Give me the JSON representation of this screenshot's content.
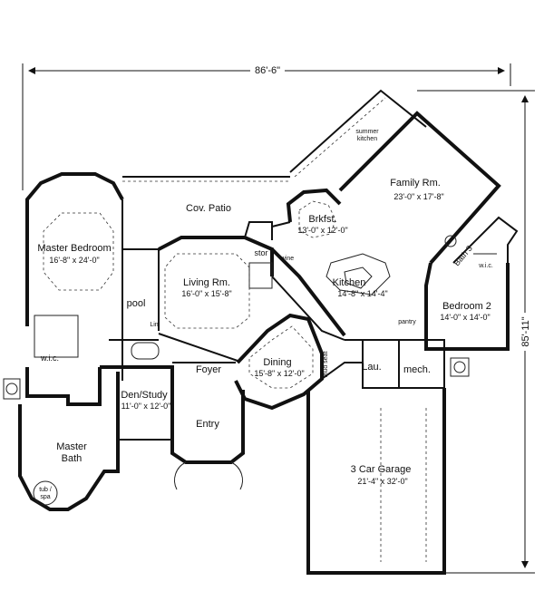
{
  "dimensions": {
    "overall_width": "86'-6\"",
    "overall_depth": "85'-11\""
  },
  "rooms": {
    "cov_patio": {
      "name": "Cov. Patio"
    },
    "summer_kitchen": {
      "name_line1": "summer",
      "name_line2": "kitchen"
    },
    "family": {
      "name": "Family Rm.",
      "size": "23'-0\" x 17'-8\""
    },
    "master_bedroom": {
      "name": "Master Bedroom",
      "size": "16'-8\" x 24'-0\""
    },
    "brkfst": {
      "name": "Brkfst.",
      "size": "13'-0\" x 12'-0\""
    },
    "stor": {
      "name": "stor"
    },
    "wine": {
      "name": "wine"
    },
    "living": {
      "name": "Living Rm.",
      "size": "16'-0\" x 15'-8\""
    },
    "kitchen": {
      "name": "Kitchen",
      "size": "14'-8\" x 14'-4\""
    },
    "bath3": {
      "name": "Bath 3"
    },
    "wic_small": {
      "name": "w.i.c."
    },
    "bedroom2": {
      "name": "Bedroom 2",
      "size": "14'-0\" x 14'-0\""
    },
    "pool": {
      "name": "pool"
    },
    "lin": {
      "name": "Lin."
    },
    "pantry": {
      "name": "pantry"
    },
    "wic_master": {
      "name": "w.i.c."
    },
    "dining": {
      "name": "Dining",
      "size": "15'-8\" x 12'-0\""
    },
    "mud_seat": {
      "name": "mud seat"
    },
    "foyer": {
      "name": "Foyer"
    },
    "lau": {
      "name": "Lau."
    },
    "mech": {
      "name": "mech."
    },
    "den": {
      "name": "Den/Study",
      "size": "11'-0\" x 12'-0\""
    },
    "entry": {
      "name": "Entry"
    },
    "master_bath": {
      "name_line1": "Master",
      "name_line2": "Bath"
    },
    "tub": {
      "name_line1": "tub /",
      "name_line2": "spa"
    },
    "garage": {
      "name": "3 Car Garage",
      "size": "21'-4\" x 32'-0\""
    }
  },
  "colors": {
    "walls": "#111111",
    "background": "#ffffff"
  }
}
